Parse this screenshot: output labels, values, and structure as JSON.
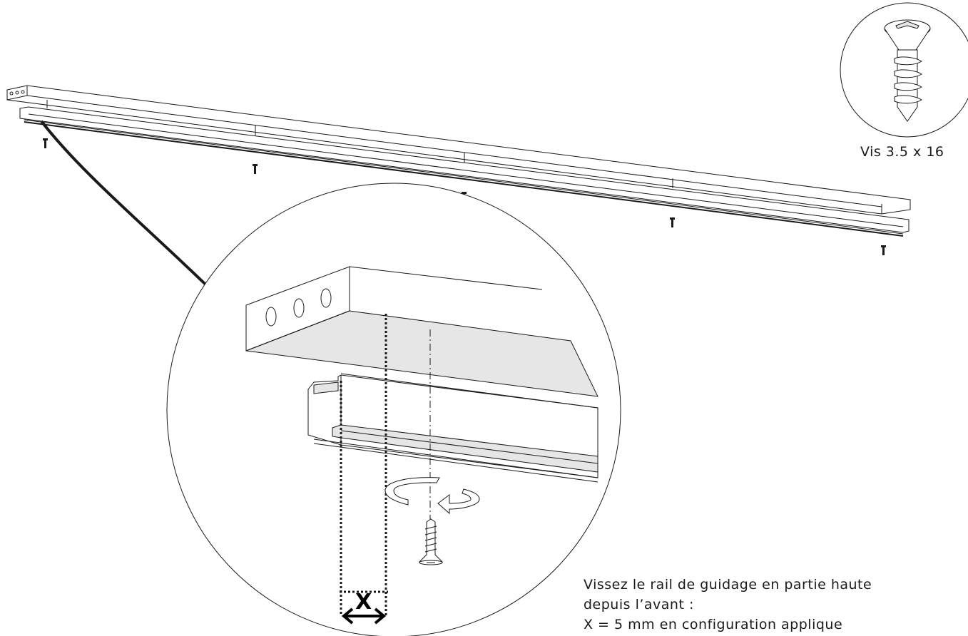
{
  "screw_label": "Vis 3.5 x 16",
  "dimension_label": "X",
  "instructions": [
    "Vissez le rail de guidage en partie haute",
    "depuis l’avant :",
    "X = 5 mm en configuration applique"
  ],
  "icons": [
    "screw-icon",
    "rotation-arrow-icon"
  ],
  "colors": {
    "line": "#1a1a1a",
    "shade": "#e6e6e6"
  }
}
